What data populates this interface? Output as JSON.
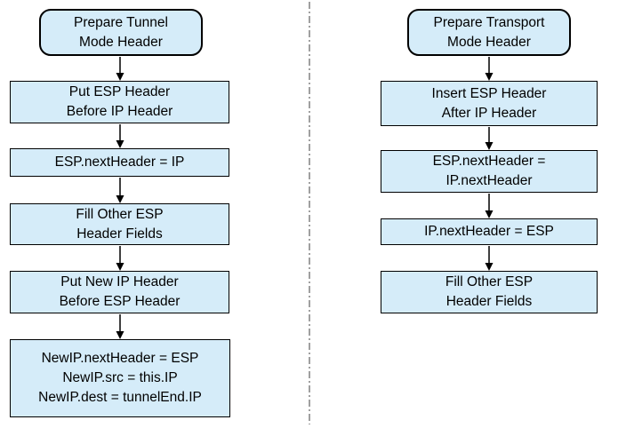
{
  "diagram": {
    "colors": {
      "box_fill": "#d5ecf9",
      "box_border": "#000000",
      "arrow": "#000000",
      "divider": "#808080"
    },
    "left_flow": {
      "title": "Prepare Tunnel\nMode Header",
      "steps": [
        "Put ESP Header\nBefore IP Header",
        "ESP.nextHeader = IP",
        "Fill Other ESP\nHeader Fields",
        "Put New IP Header\nBefore ESP Header",
        "NewIP.nextHeader = ESP\nNewIP.src = this.IP\nNewIP.dest = tunnelEnd.IP"
      ]
    },
    "right_flow": {
      "title": "Prepare Transport\nMode Header",
      "steps": [
        "Insert ESP Header\nAfter IP Header",
        "ESP.nextHeader =\nIP.nextHeader",
        "IP.nextHeader = ESP",
        "Fill Other ESP\nHeader Fields"
      ]
    }
  }
}
